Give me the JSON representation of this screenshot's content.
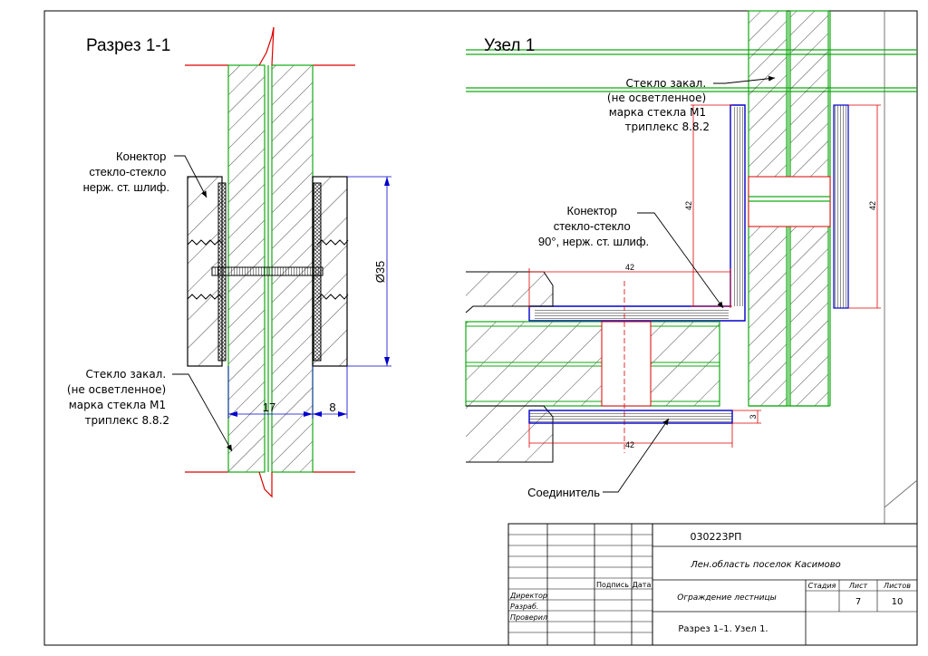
{
  "section_title": "Разрез 1-1",
  "node_title": "Узел 1",
  "left_labels": {
    "connector": [
      "Конектор",
      "стекло-стекло",
      "нерж. ст. шлиф."
    ],
    "glass": [
      "Стекло закал.",
      "(не осветленное)",
      "марка стекла М1",
      "триплекс 8.8.2"
    ],
    "dim_diameter": "Ø35",
    "dim_width": "17",
    "dim_gap": "8"
  },
  "right_labels": {
    "glass": [
      "Стекло закал.",
      "(не осветленное)",
      "марка стекла М1",
      "триплекс 8.8.2"
    ],
    "connector": [
      "Конектор",
      "стекло-стекло",
      "90°, нерж. ст. шлиф."
    ],
    "joiner": "Соединитель",
    "dim_42_a": "42",
    "dim_42_b": "42",
    "dim_42_c": "42",
    "dim_42_d": "42",
    "dim_3": "3"
  },
  "title_block": {
    "code": "030223РП",
    "location": "Лен.область поселок Касимово",
    "col_signature": "Подпись",
    "col_date": "Дата",
    "role_director": "Директор",
    "role_developer": "Разраб.",
    "role_checker": "Проверил",
    "project_name": "Ограждение лестницы",
    "stage_header": "Стадия",
    "sheet_header": "Лист",
    "sheets_header": "Листов",
    "sheet_value": "7",
    "sheets_value": "10",
    "drawing_name": "Разрез 1–1.  Узел 1."
  }
}
